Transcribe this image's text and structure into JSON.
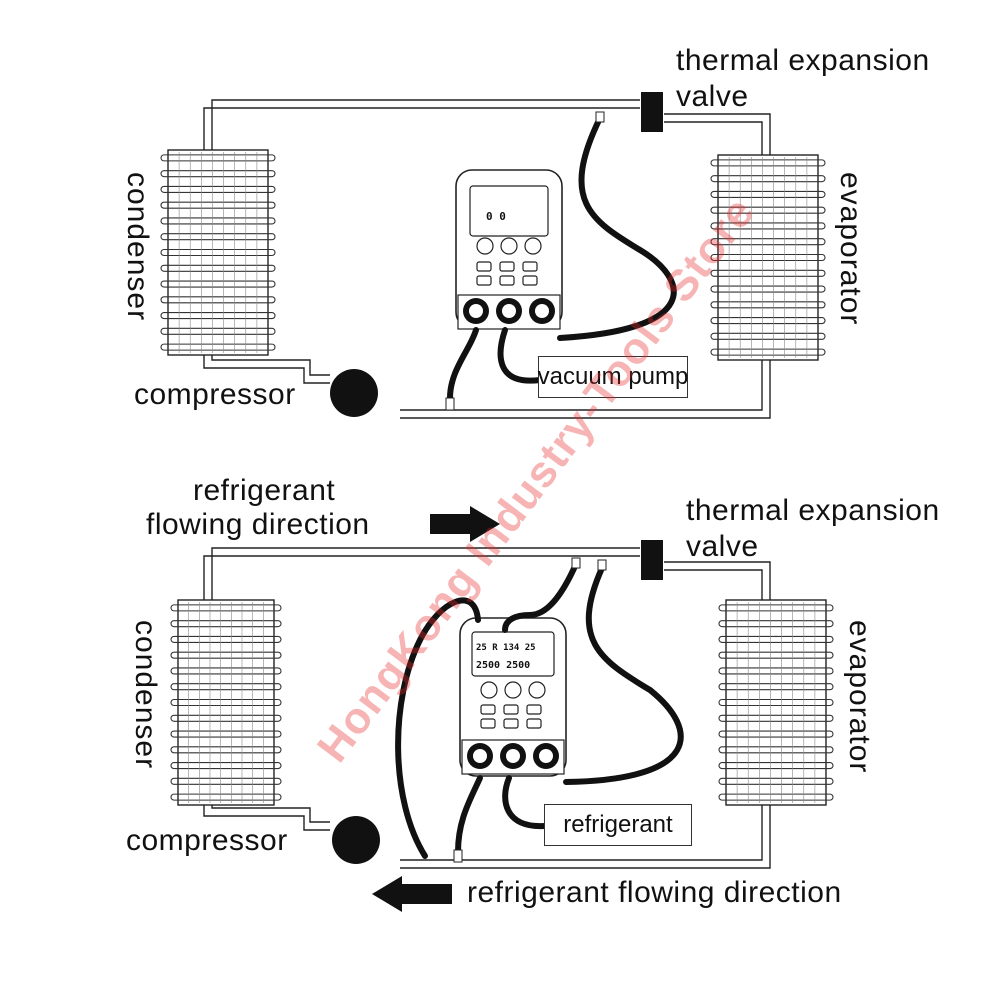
{
  "top": {
    "label_valve_line1": "thermal expansion",
    "label_valve_line2": "valve",
    "label_condenser": "condenser",
    "label_evaporator": "evaporator",
    "label_compressor": "compressor",
    "label_box": "vacuum pump",
    "lcd_text": "0   0"
  },
  "bottom": {
    "label_flow_line1": "refrigerant",
    "label_flow_line2": "flowing direction",
    "label_valve_line1": "thermal expansion",
    "label_valve_line2": "valve",
    "label_condenser": "condenser",
    "label_evaporator": "evaporator",
    "label_compressor": "compressor",
    "label_box": "refrigerant",
    "label_flow_bottom": "refrigerant flowing direction",
    "lcd_line1": "25  R 134  25",
    "lcd_line2": "2500     2500"
  },
  "watermark": "HongKong Industry-Tools Store",
  "colors": {
    "line": "#111111",
    "arrow": "#111111",
    "watermark": "#e82828"
  }
}
